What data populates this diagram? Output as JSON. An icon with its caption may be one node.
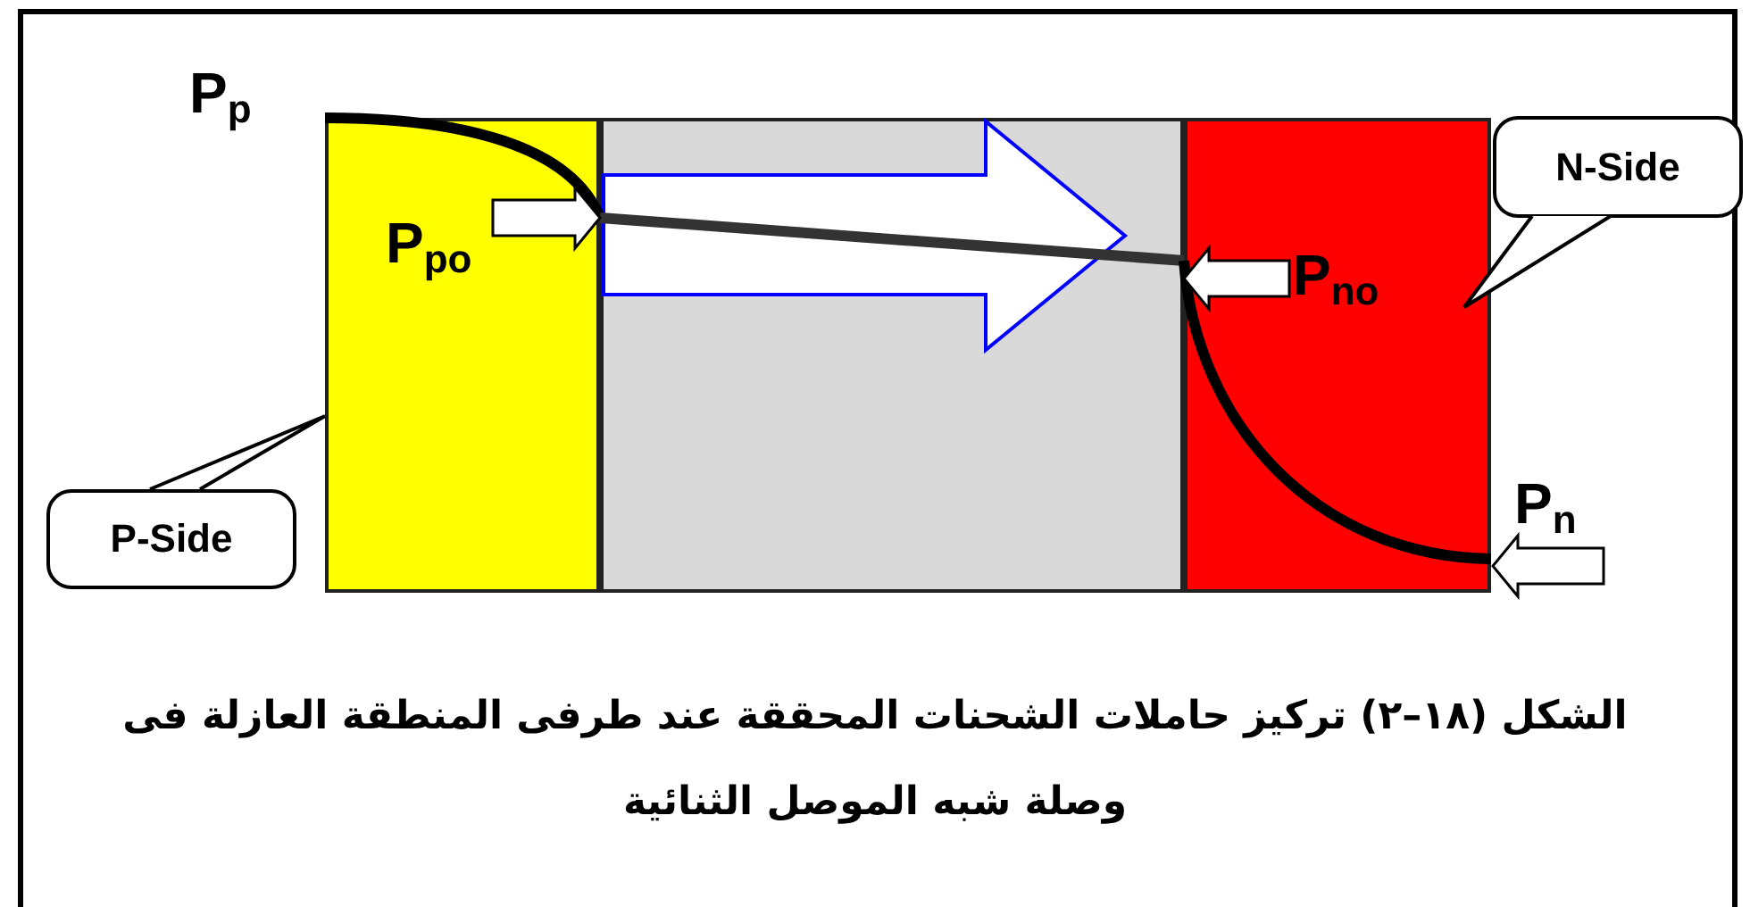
{
  "diagram": {
    "caption": "الشكل (١٨–٢) تركيز حاملات الشحنات المحققة عند طرفى المنطقة العازلة فى وصلة شبه الموصل الثنائية",
    "nodes": [
      {
        "text": [],
        "shape": "box"
      },
      {
        "text": [],
        "shape": "box"
      },
      {
        "text": [],
        "shape": "box"
      },
      {
        "text": [
          "P-Side"
        ]
      },
      {
        "text": [
          "N-Side"
        ]
      },
      {
        "text": [
          "P$_{po}$"
        ],
        "in": 0
      },
      {
        "text": [
          "P$_{no}$"
        ],
        "in": 2
      },
      {
        "text": [
          "P$_{n}$"
        ]
      }
    ],
    "edges": [
      {
        "from": 5,
        "to": null,
        "arrow": "to"
      },
      {
        "from": 6,
        "to": null,
        "arrow": "to"
      },
      {
        "from": 7,
        "to": null,
        "arrow": "to"
      }
    ],
    "labels": [
      "P$_{p}$"
    ]
  }
}
